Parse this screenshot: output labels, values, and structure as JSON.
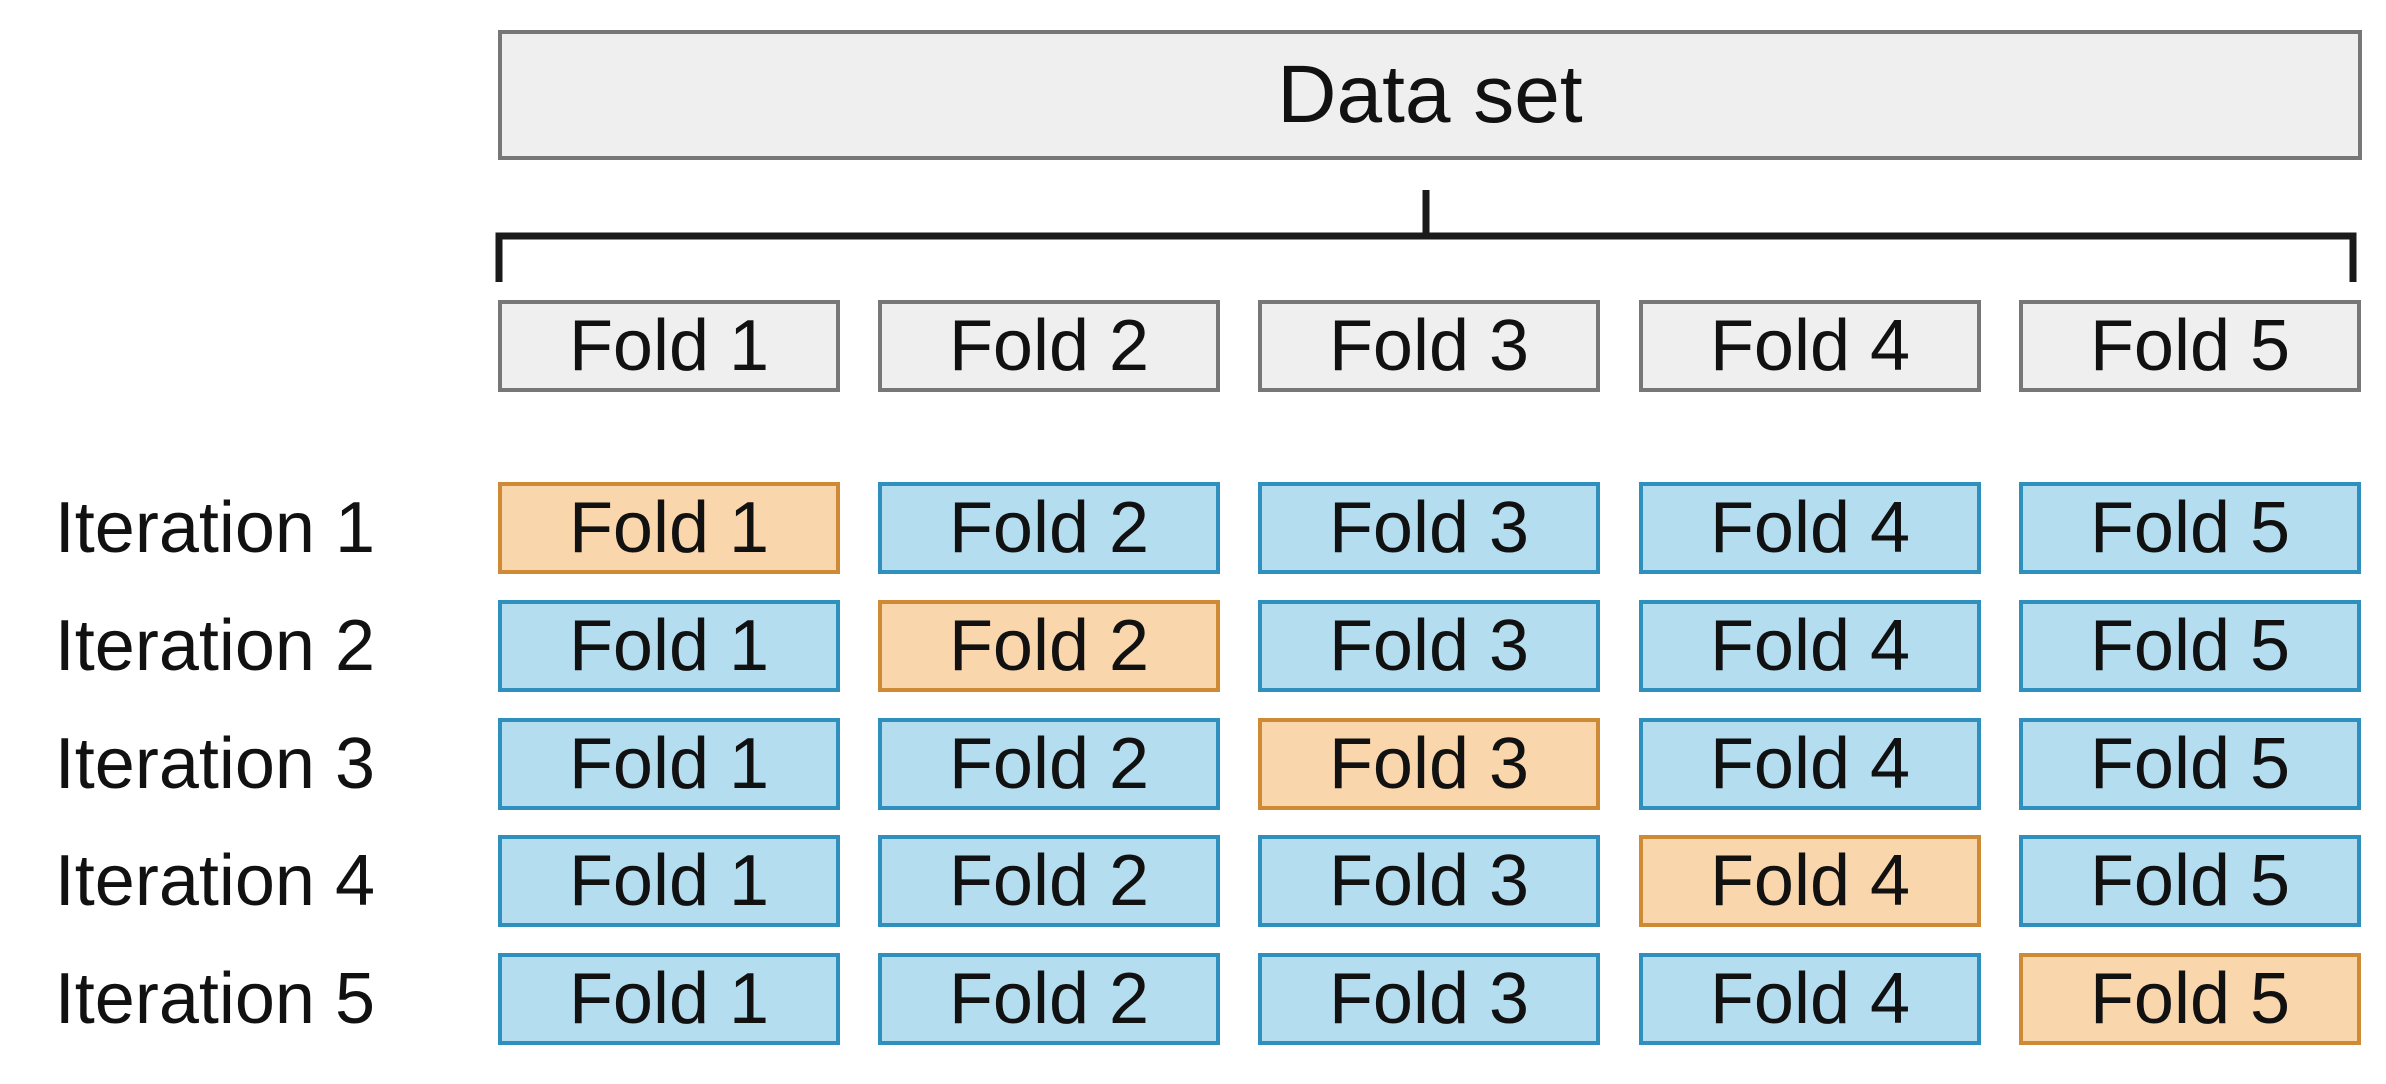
{
  "dataset_label": "Data set",
  "folds": [
    "Fold 1",
    "Fold 2",
    "Fold 3",
    "Fold 4",
    "Fold 5"
  ],
  "iterations": [
    {
      "label": "Iteration 1",
      "test_fold": 1
    },
    {
      "label": "Iteration 2",
      "test_fold": 2
    },
    {
      "label": "Iteration 3",
      "test_fold": 3
    },
    {
      "label": "Iteration 4",
      "test_fold": 4
    },
    {
      "label": "Iteration 5",
      "test_fold": 5
    }
  ],
  "colors": {
    "dataset_fill": "#efefef",
    "dataset_border": "#777777",
    "train_fill": "#b5ddf0",
    "train_border": "#2f8fbd",
    "test_fill": "#f9d6ac",
    "test_border": "#cf8a35",
    "bracket": "#1a1a1a"
  }
}
